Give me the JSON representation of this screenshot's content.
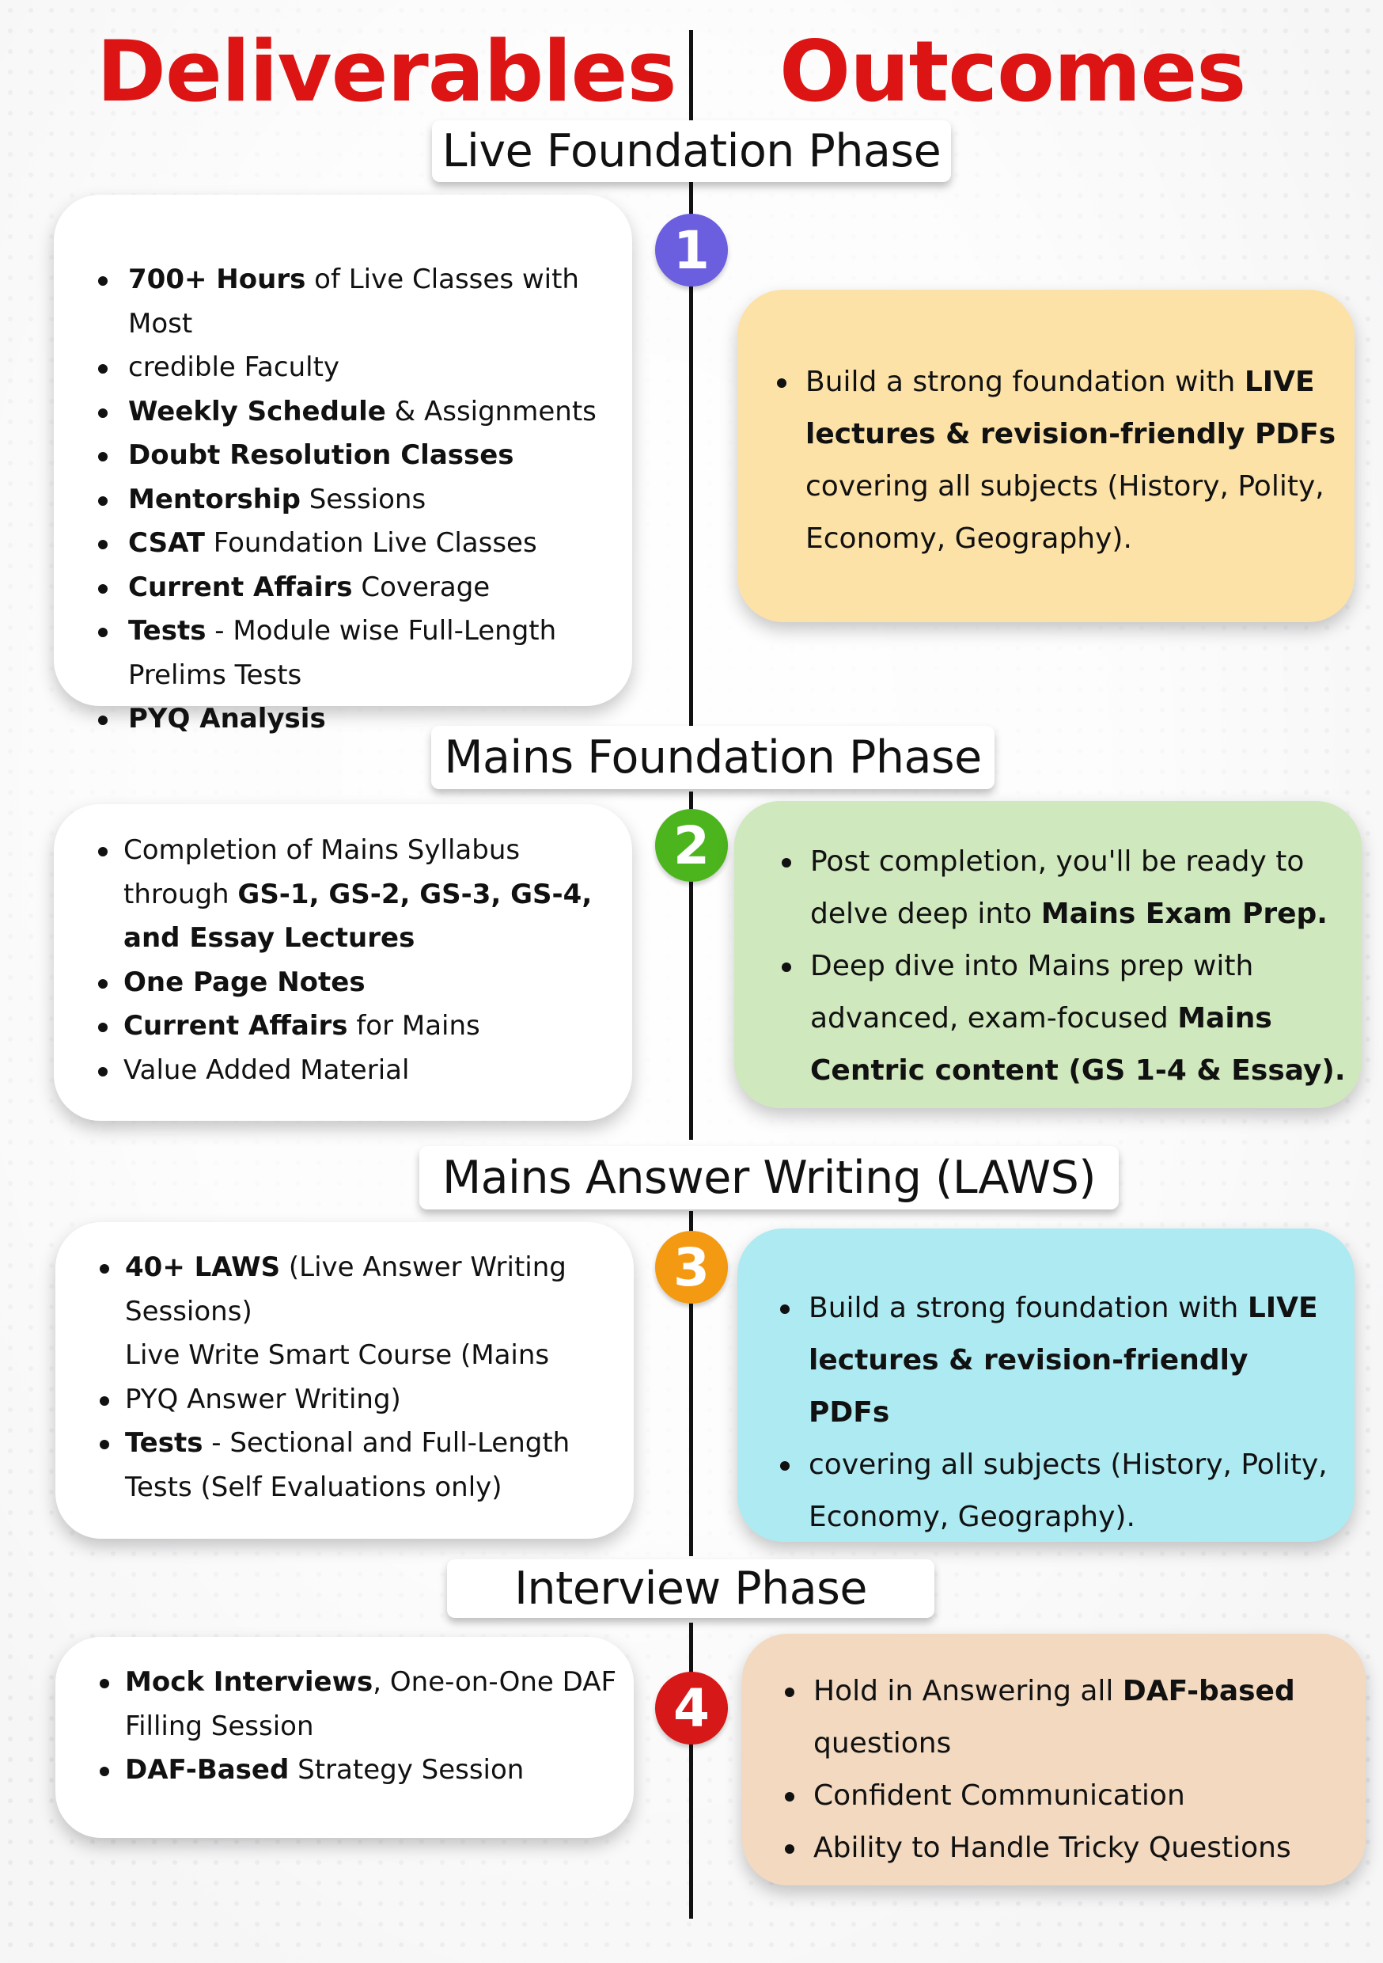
{
  "header": {
    "left_title": "Deliverables",
    "right_title": "Outcomes",
    "title_color": "#dc1414"
  },
  "phases": [
    {
      "number": "1",
      "badge_color": "#6b5fe0",
      "title": "Live Foundation Phase",
      "outcome_bg": "#fde2a8",
      "deliverables": [
        [
          "700+ Hours",
          " of Live Classes with Most"
        ],
        [
          "",
          "credible Faculty"
        ],
        [
          "Weekly Schedule",
          " & Assignments"
        ],
        [
          "Doubt Resolution Classes",
          ""
        ],
        [
          "Mentorship",
          " Sessions"
        ],
        [
          "CSAT",
          " Foundation Live Classes"
        ],
        [
          "Current Affairs",
          " Coverage"
        ],
        [
          "Tests",
          " - Module wise Full-Length\nPrelims Tests"
        ],
        [
          "PYQ Analysis",
          ""
        ]
      ],
      "outcomes": [
        [
          "",
          "Build a strong foundation with ",
          "LIVE\nlectures & revision-friendly PDFs",
          "\ncovering all subjects (History, Polity,\nEconomy, Geography)."
        ]
      ]
    },
    {
      "number": "2",
      "badge_color": "#4cb51e",
      "title": "Mains Foundation Phase",
      "outcome_bg": "#cfe8bd",
      "deliverables": [
        [
          "",
          "Completion of Mains Syllabus\nthrough ",
          "GS-1, GS-2, GS-3, GS-4,\nand Essay Lectures",
          ""
        ],
        [
          "One Page Notes",
          ""
        ],
        [
          "Current Affairs",
          " for Mains"
        ],
        [
          "",
          "Value Added Material"
        ]
      ],
      "outcomes": [
        [
          "",
          "Post completion, you'll be ready to\ndelve deep into ",
          "Mains Exam Prep.",
          ""
        ],
        [
          "",
          "Deep dive into Mains prep with\nadvanced, exam-focused ",
          "Mains\nCentric content (GS 1-4 & Essay).",
          ""
        ]
      ]
    },
    {
      "number": "3",
      "badge_color": "#f39a12",
      "title": "Mains Answer Writing (LAWS)",
      "outcome_bg": "#aeeaf2",
      "deliverables": [
        [
          "40+ LAWS",
          " (Live Answer Writing\nSessions)\nLive Write Smart Course (Mains"
        ],
        [
          "",
          "PYQ Answer Writing)"
        ],
        [
          "Tests",
          " - Sectional and Full-Length\nTests (Self Evaluations only)"
        ]
      ],
      "outcomes": [
        [
          "",
          "Build a strong foundation with ",
          "LIVE\nlectures & revision-friendly PDFs",
          ""
        ],
        [
          "",
          "covering all subjects (History, Polity,\nEconomy, Geography).",
          "",
          ""
        ]
      ]
    },
    {
      "number": "4",
      "badge_color": "#d71818",
      "title": "Interview Phase",
      "outcome_bg": "#f2d9c0",
      "deliverables": [
        [
          "Mock Interviews",
          ", One-on-One DAF\nFilling Session"
        ],
        [
          "DAF-Based",
          " Strategy Session"
        ]
      ],
      "outcomes": [
        [
          "",
          "Hold in Answering all ",
          "DAF-based",
          "\nquestions"
        ],
        [
          "",
          "Confident Communication",
          "",
          ""
        ],
        [
          "",
          "Ability to Handle Tricky Questions",
          "",
          ""
        ]
      ]
    }
  ]
}
